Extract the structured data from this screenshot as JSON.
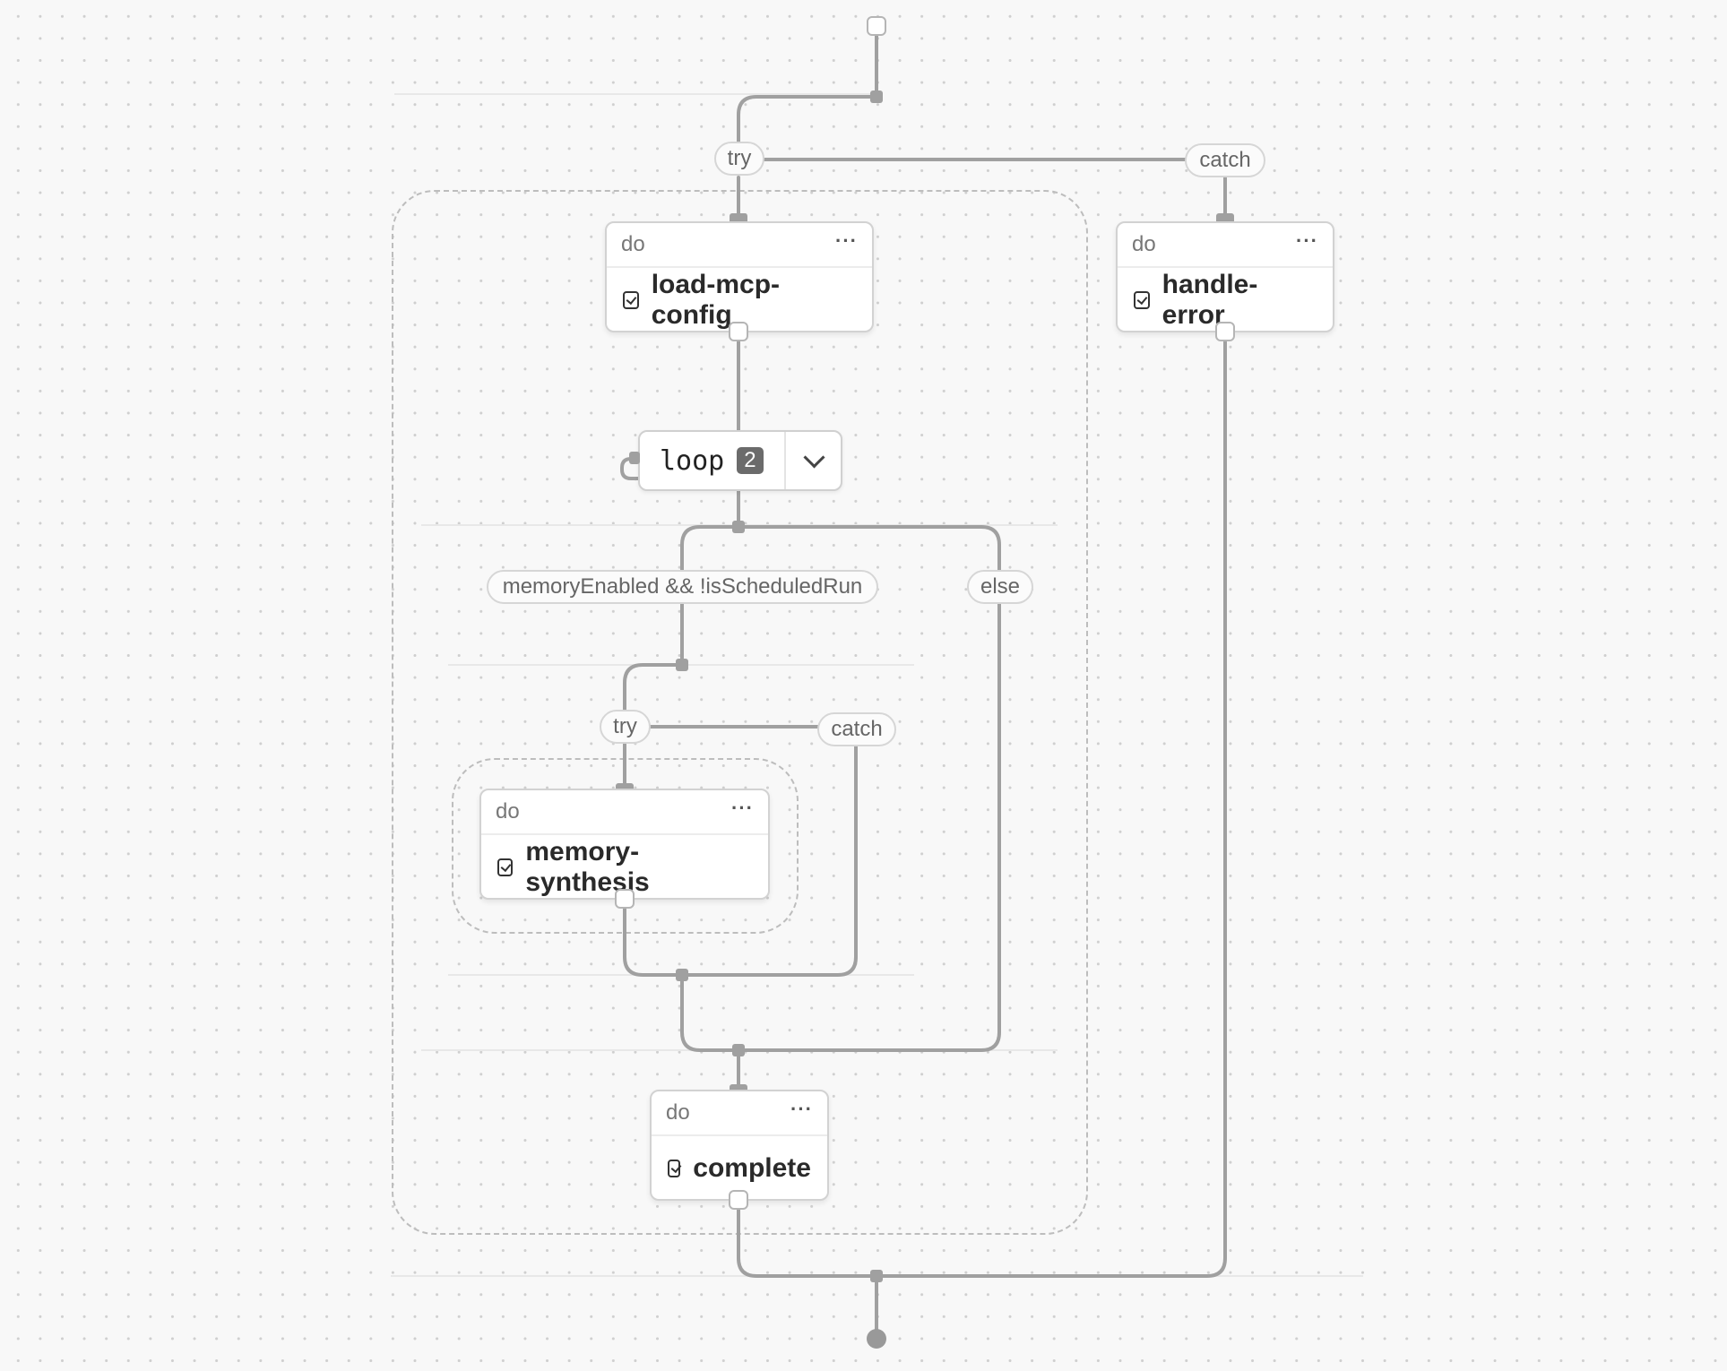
{
  "flow": {
    "top": {
      "try_label": "try",
      "catch_label": "catch"
    },
    "main_group": {
      "config_node": {
        "kind": "do",
        "name": "load-mcp-config"
      },
      "loop": {
        "label": "loop",
        "count": "2"
      },
      "branch": {
        "condition_label": "memoryEnabled && !isScheduledRun",
        "else_label": "else",
        "inner": {
          "try_label": "try",
          "catch_label": "catch",
          "synthesis_node": {
            "kind": "do",
            "name": "memory-synthesis"
          }
        }
      },
      "complete_node": {
        "kind": "do",
        "name": "complete"
      }
    },
    "error_node": {
      "kind": "do",
      "name": "handle-error"
    }
  },
  "colors": {
    "edge": "#a0a0a0",
    "background": "#f8f8f8",
    "group_border": "#bdbdbd"
  },
  "icons": {
    "task": "check-square-icon",
    "menu": "more-horizontal-icon",
    "loop_toggle": "chevron-down-icon"
  }
}
